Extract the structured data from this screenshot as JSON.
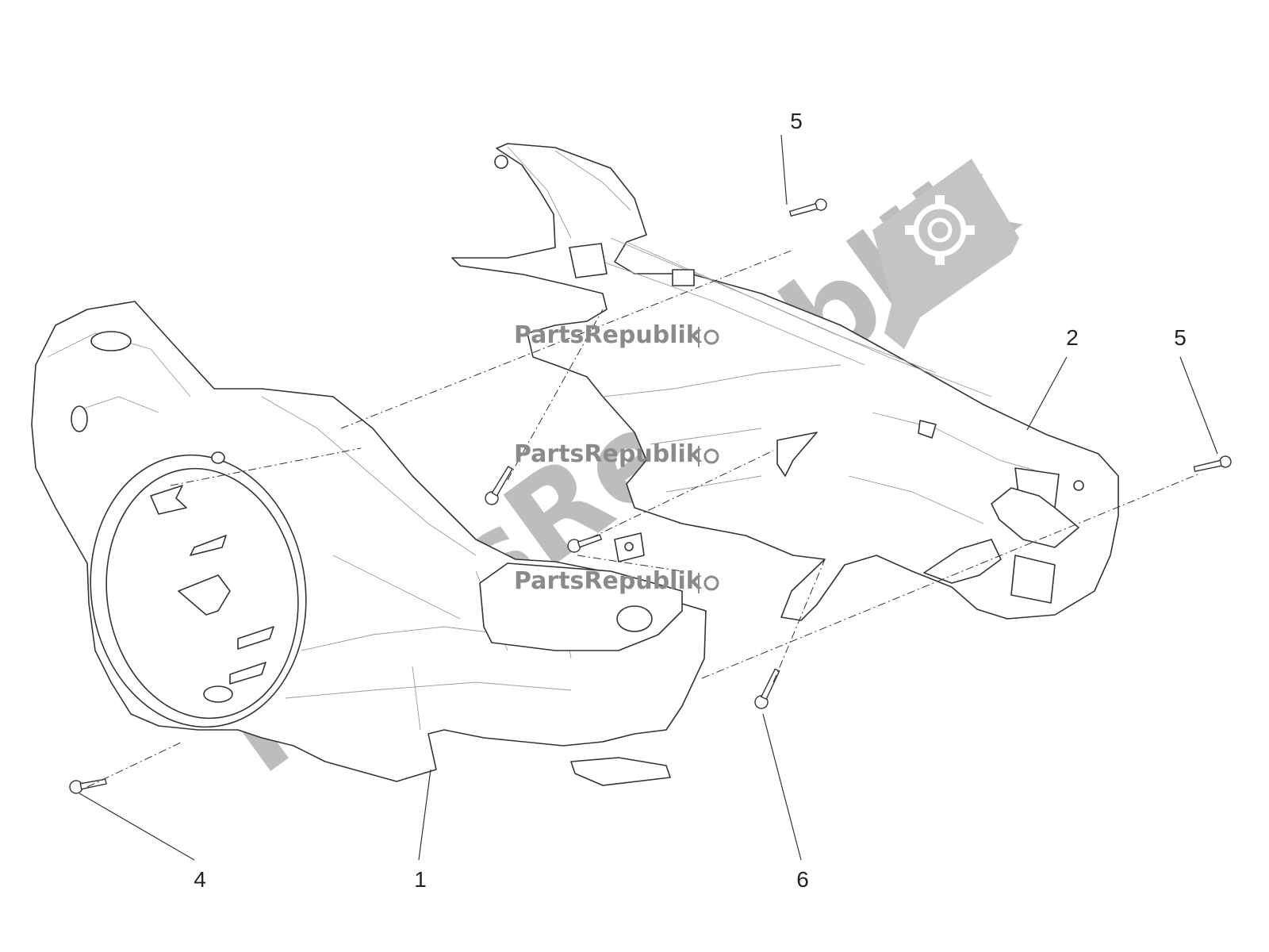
{
  "callouts": {
    "c1": "1",
    "c2": "2",
    "c4": "4",
    "c5a": "5",
    "c5b": "5",
    "c6": "6"
  },
  "watermark": {
    "small": "PartsRepublik",
    "big": "PartsRepublik"
  },
  "colors": {
    "watermark_light": "#bdbdbd",
    "watermark_dark": "#8a8a8a",
    "line": "#333333"
  }
}
